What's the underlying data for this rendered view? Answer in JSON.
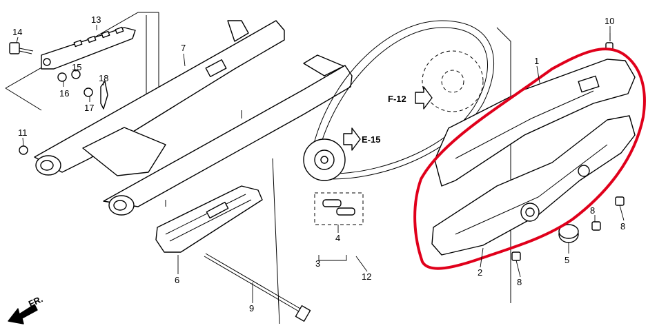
{
  "diagram": {
    "callouts": [
      {
        "id": "c1",
        "text": "1"
      },
      {
        "id": "c2",
        "text": "2"
      },
      {
        "id": "c3",
        "text": "3"
      },
      {
        "id": "c4",
        "text": "4"
      },
      {
        "id": "c5",
        "text": "5"
      },
      {
        "id": "c6",
        "text": "6"
      },
      {
        "id": "c7",
        "text": "7"
      },
      {
        "id": "c8a",
        "text": "8"
      },
      {
        "id": "c8b",
        "text": "8"
      },
      {
        "id": "c8c",
        "text": "8"
      },
      {
        "id": "c9",
        "text": "9"
      },
      {
        "id": "c10",
        "text": "10"
      },
      {
        "id": "c11",
        "text": "11"
      },
      {
        "id": "c12",
        "text": "12"
      },
      {
        "id": "c13",
        "text": "13"
      },
      {
        "id": "c14",
        "text": "14"
      },
      {
        "id": "c15",
        "text": "15"
      },
      {
        "id": "c16",
        "text": "16"
      },
      {
        "id": "c17",
        "text": "17"
      },
      {
        "id": "c18",
        "text": "18"
      }
    ],
    "references": [
      {
        "id": "f12",
        "text": "F-12"
      },
      {
        "id": "e15",
        "text": "E-15"
      }
    ],
    "direction_label": "FR.",
    "highlight_color": "#e0001b"
  }
}
